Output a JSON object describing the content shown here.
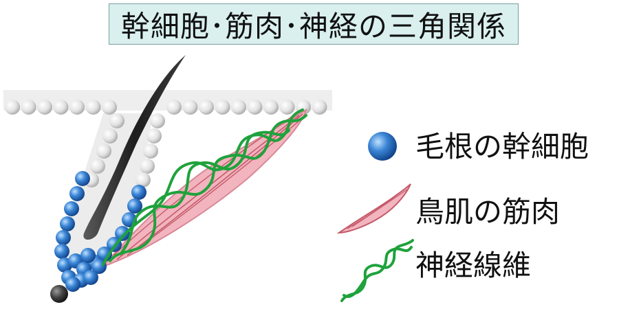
{
  "title": "幹細胞･筋肉･神経の三角関係",
  "legend": {
    "items": [
      {
        "label": "毛根の幹細胞",
        "icon": "blue-sphere-icon"
      },
      {
        "label": "鳥肌の筋肉",
        "icon": "pink-muscle-icon"
      },
      {
        "label": "神経線維",
        "icon": "green-helix-icon"
      }
    ]
  },
  "colors": {
    "title_bg": "#d9f0ef",
    "skin_cell": "#d4d4d4",
    "stem_cell": "#2a6fc0",
    "muscle": "#f2b4be",
    "muscle_line": "#c45a6a",
    "nerve": "#1fa23c",
    "hair": "#2a2a2a"
  }
}
